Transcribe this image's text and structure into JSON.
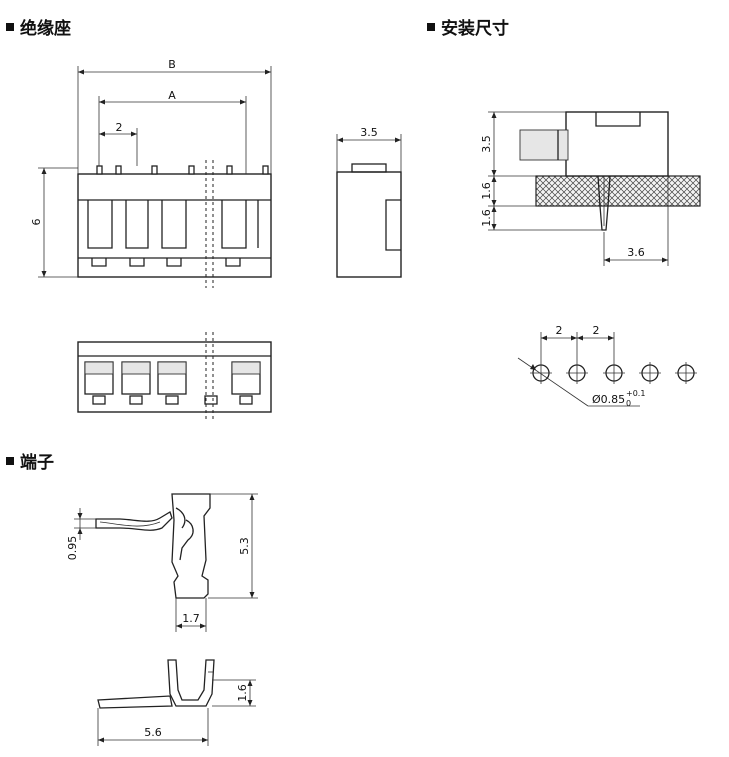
{
  "sections": {
    "housing": "绝缘座",
    "mounting": "安装尺寸",
    "terminal": "端子"
  },
  "dims": {
    "B": "B",
    "A": "A",
    "pitch": "2",
    "height": "6",
    "depth": "3.5",
    "mount_height": "3.5",
    "board": "1.6",
    "pin_below": "1.6",
    "pin_offset": "3.6",
    "hole_pitch_1": "2",
    "hole_pitch_2": "2",
    "hole_dia": "Ø0.85",
    "hole_tol_plus": "+0.1",
    "hole_tol_zero": "0",
    "term_height": "5.3",
    "term_width": "1.7",
    "term_thick": "0.95",
    "term_side_h": "1.6",
    "term_length": "5.6"
  }
}
